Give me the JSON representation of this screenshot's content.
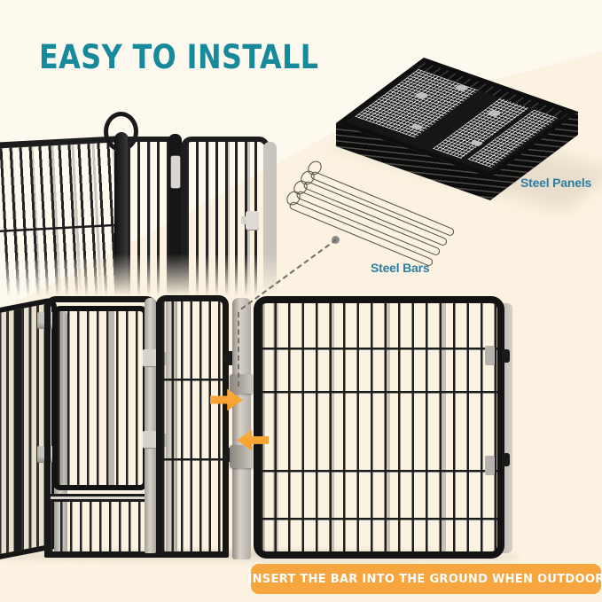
{
  "title": "EASY TO INSTALL",
  "callouts": {
    "steel_panels": "Steel Panels",
    "steel_bars": "Steel Bars"
  },
  "banner": {
    "text": "INSERT THE BAR INTO THE GROUND WHEN OUTDOOR"
  },
  "components": {
    "steel_bars_count": 4,
    "arrow_icons": [
      "arrow-right-icon",
      "arrow-left-icon"
    ]
  },
  "colors": {
    "background": "#FBF2E1",
    "title_teal": "#16899B",
    "callout_blue": "#2E7DA4",
    "accent_orange": "#F7A53F",
    "banner_text": "#FFFFFF",
    "fence_black": "#1A1A1A",
    "steel_gray": "#C9C5BE"
  }
}
